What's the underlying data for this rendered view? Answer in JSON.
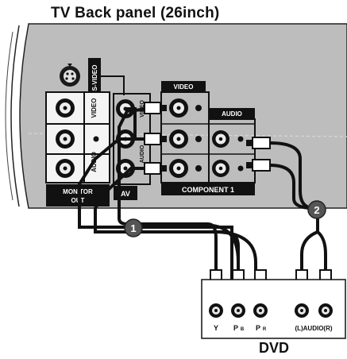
{
  "title": "TV Back panel (26inch)",
  "tv_panel": {
    "svideo_label": "S-VIDEO",
    "video_label_vertical": "VIDEO",
    "audio_label_vertical": "AUDIO",
    "monitor_out_line1": "MONITOR",
    "monitor_out_line2": "OUT",
    "av_video_label": "VIDEO",
    "av_audio_label": "AUDIO",
    "av_label": "AV",
    "component_video_label": "VIDEO",
    "component_audio_label": "AUDIO",
    "component_label": "COMPONENT 1"
  },
  "steps": {
    "step1": "1",
    "step2": "2"
  },
  "dvd": {
    "title": "DVD",
    "jack_y": "Y",
    "jack_pb_main": "P",
    "jack_pb_sub": "B",
    "jack_pr_main": "P",
    "jack_pr_sub": "R",
    "audio_label": "(L)AUDIO(R)"
  }
}
